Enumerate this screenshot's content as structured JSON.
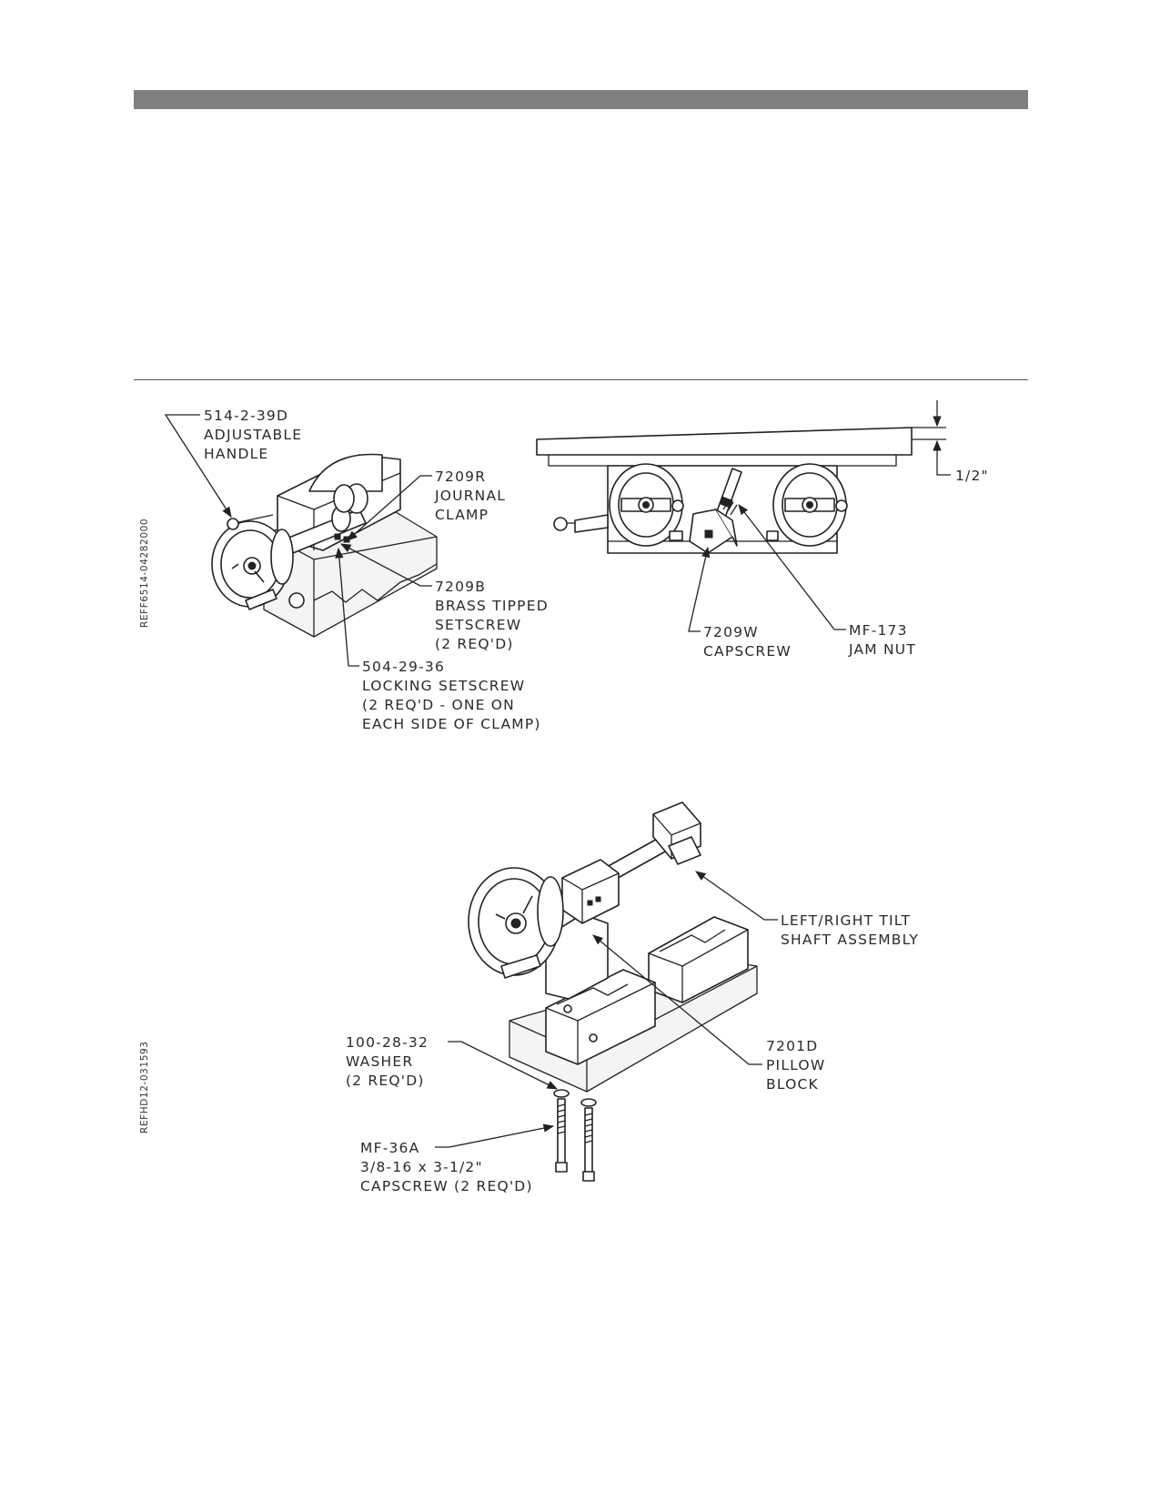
{
  "figure_top": {
    "ref_code": "REFF6514-04282000",
    "callouts": {
      "handle": [
        "514-2-39D",
        "ADJUSTABLE",
        "HANDLE"
      ],
      "journal_clamp": [
        "7209R",
        "JOURNAL",
        "CLAMP"
      ],
      "brass_setscrew": [
        "7209B",
        "BRASS TIPPED",
        "SETSCREW",
        "(2 REQ'D)"
      ],
      "locking_setscrew": [
        "504-29-36",
        "LOCKING SETSCREW",
        "(2 REQ'D - ONE ON",
        "EACH SIDE OF CLAMP)"
      ],
      "capscrew": [
        "7209W",
        "CAPSCREW"
      ],
      "jam_nut": [
        "MF-173",
        "JAM NUT"
      ],
      "dimension": "1/2\""
    }
  },
  "figure_bottom": {
    "ref_code": "REFHD12-031593",
    "callouts": {
      "tilt_shaft": [
        "LEFT/RIGHT TILT",
        "SHAFT ASSEMBLY"
      ],
      "pillow_block": [
        "7201D",
        "PILLOW",
        "BLOCK"
      ],
      "washer": [
        "100-28-32",
        "WASHER",
        "(2 REQ'D)"
      ],
      "capscrew": [
        "MF-36A",
        "3/8-16 x 3-1/2\"",
        "CAPSCREW (2 REQ'D)"
      ]
    }
  }
}
